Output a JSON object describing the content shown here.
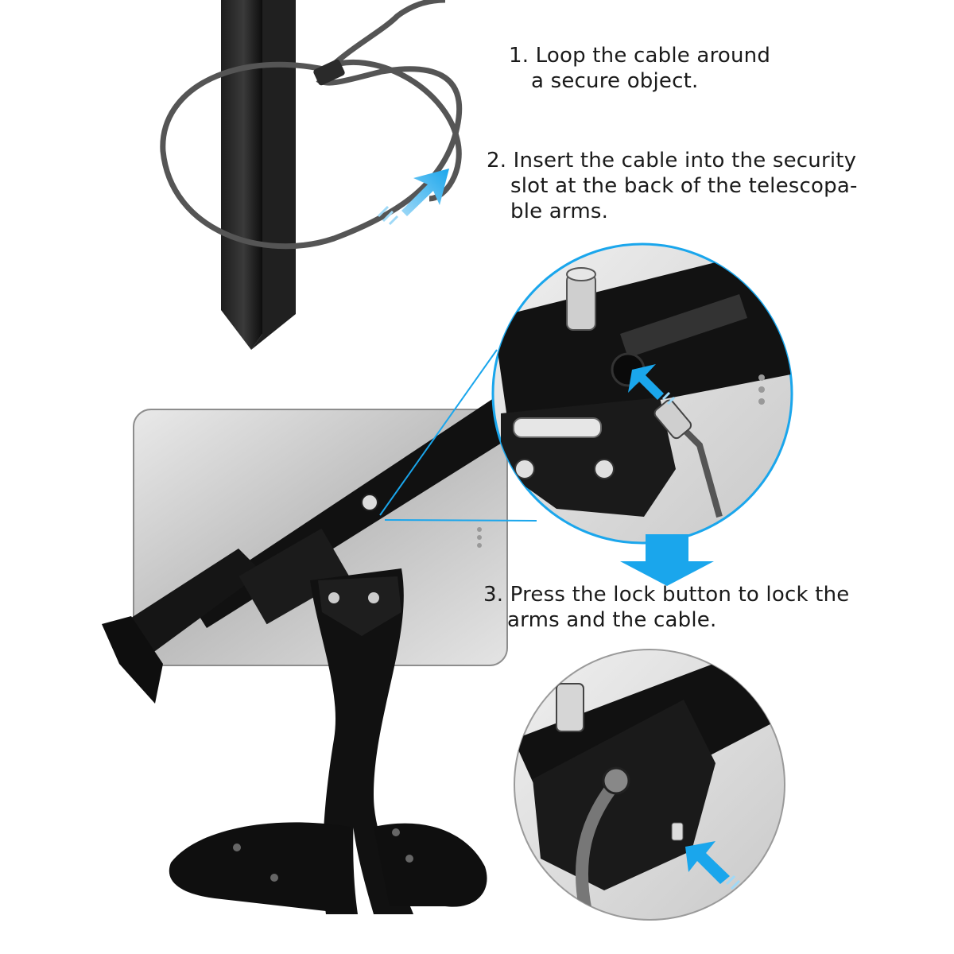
{
  "steps": [
    {
      "line1": "1. Loop the cable around",
      "line2": "a secure object."
    },
    {
      "line1": "2. Insert the cable into the security",
      "line2": "slot at the back of the telescopa-",
      "line3": "ble arms."
    },
    {
      "line1": "3. Press the lock button to lock the",
      "line2": "arms and the cable."
    }
  ],
  "colors": {
    "arrow": "#1aa6ec",
    "metal": "#111111",
    "tablet": "#d9d9d9"
  },
  "icons": [
    "right-arrow-icon",
    "down-arrow-icon",
    "up-left-arrow-icon"
  ]
}
